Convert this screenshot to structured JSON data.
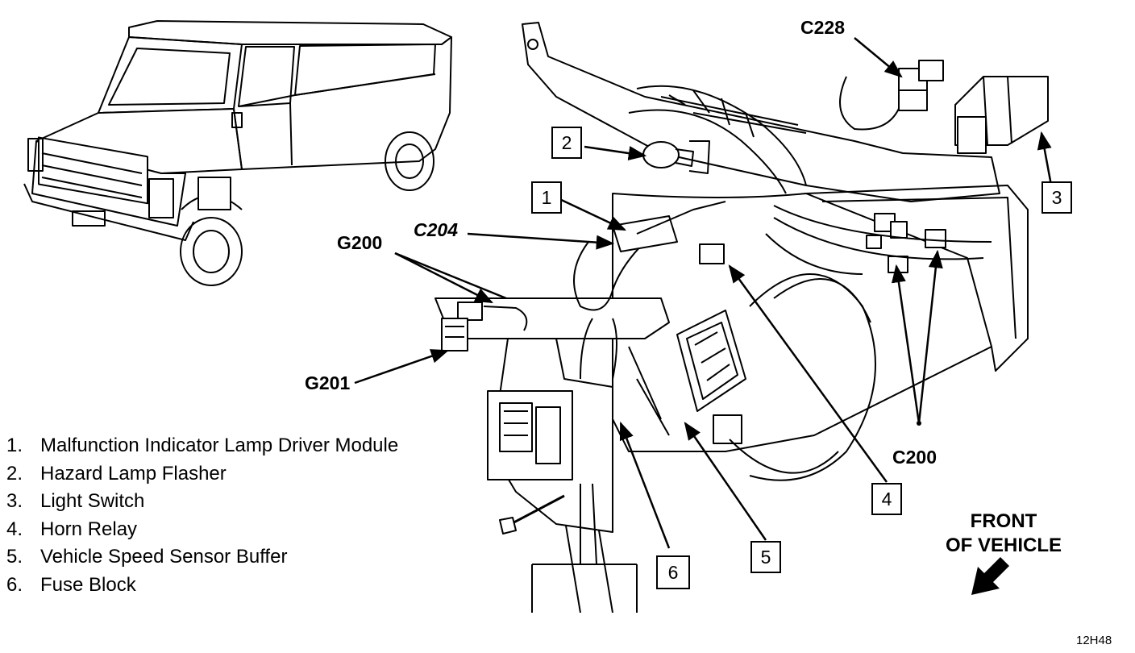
{
  "connectors": {
    "c228": "C228",
    "c204": "C204",
    "g200": "G200",
    "g201": "G201",
    "c200": "C200"
  },
  "callouts": [
    "1",
    "2",
    "3",
    "4",
    "5",
    "6"
  ],
  "legend": [
    {
      "num": "1.",
      "text": "Malfunction Indicator Lamp Driver Module"
    },
    {
      "num": "2.",
      "text": "Hazard Lamp Flasher"
    },
    {
      "num": "3.",
      "text": "Light Switch"
    },
    {
      "num": "4.",
      "text": "Horn Relay"
    },
    {
      "num": "5.",
      "text": "Vehicle Speed Sensor Buffer"
    },
    {
      "num": "6.",
      "text": "Fuse Block"
    }
  ],
  "orientation": {
    "line1": "FRONT",
    "line2": "OF VEHICLE"
  },
  "figure_id": "12H48"
}
